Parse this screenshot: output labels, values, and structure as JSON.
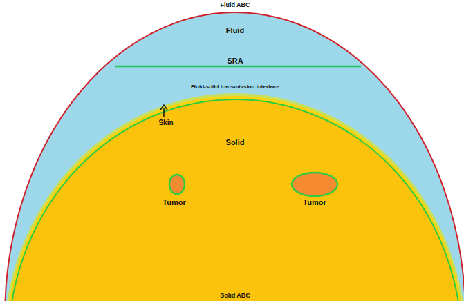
{
  "diagram": {
    "nodes": [
      {
        "text": [
          "Fluid ABC",
          "Fluid"
        ]
      },
      {
        "text": [
          "Solid"
        ],
        "in": 0
      },
      {
        "text": [
          "Tumor"
        ],
        "in": 1
      },
      {
        "text": [
          "Tumor"
        ],
        "in": 1
      }
    ],
    "labels": [
      "SRA",
      "Fluid-solid transmission interface",
      "Skin",
      "Solid ABC"
    ]
  }
}
